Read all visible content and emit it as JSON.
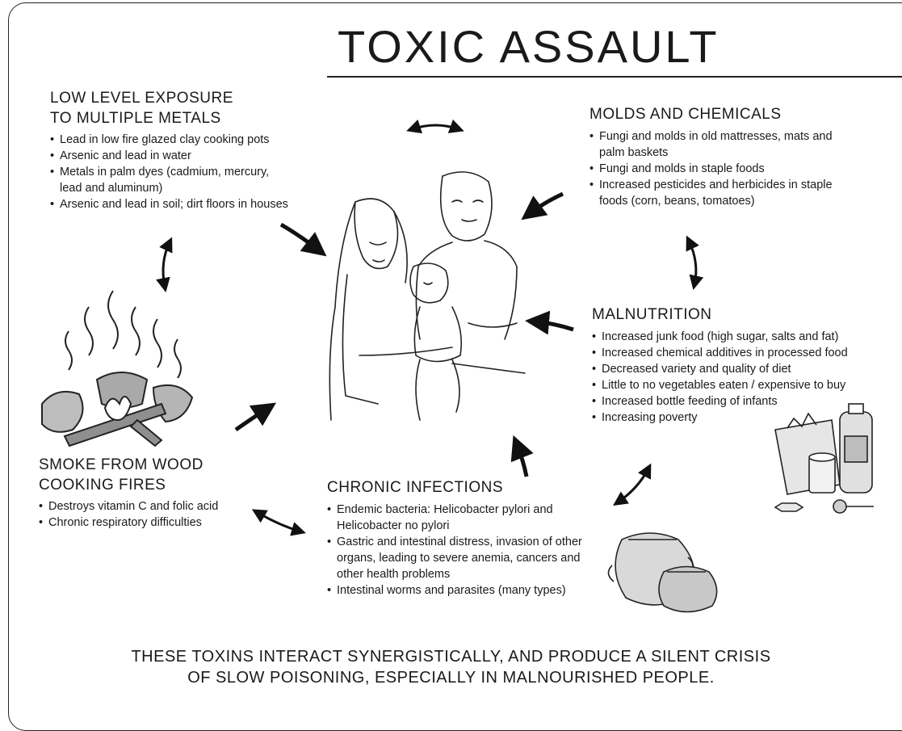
{
  "title": "TOXIC ASSAULT",
  "sections": {
    "metals": {
      "heading_line1": "LOW LEVEL EXPOSURE",
      "heading_line2": "TO MULTIPLE METALS",
      "items": [
        "Lead in low fire glazed clay cooking pots",
        "Arsenic and lead in water",
        "Metals in palm dyes (cadmium, mercury, lead and aluminum)",
        "Arsenic and lead in soil; dirt floors in houses"
      ]
    },
    "molds": {
      "heading": "MOLDS AND CHEMICALS",
      "items": [
        "Fungi and molds in old mattresses, mats and palm baskets",
        "Fungi and molds in staple foods",
        "Increased pesticides and herbicides in staple foods (corn, beans, tomatoes)"
      ]
    },
    "malnutrition": {
      "heading": "MALNUTRITION",
      "items": [
        "Increased junk food (high sugar, salts and fat)",
        "Increased chemical additives in processed food",
        "Decreased variety and quality of diet",
        "Little to no vegetables eaten / expensive to buy",
        "Increased bottle feeding of infants",
        "Increasing poverty"
      ]
    },
    "smoke": {
      "heading_line1": "SMOKE FROM WOOD",
      "heading_line2": "COOKING FIRES",
      "items": [
        "Destroys vitamin C and folic acid",
        "Chronic respiratory difficulties"
      ]
    },
    "infections": {
      "heading": "CHRONIC INFECTIONS",
      "items": [
        "Endemic bacteria: Helicobacter pylori and Helicobacter no pylori",
        "Gastric and intestinal distress, invasion of other organs, leading to severe anemia, cancers and other health problems",
        "Intestinal worms and parasites (many types)"
      ]
    }
  },
  "footer": {
    "line1": "THESE TOXINS INTERACT SYNERGISTICALLY, AND PRODUCE A SILENT CRISIS",
    "line2": "OF SLOW POISONING, ESPECIALLY IN MALNOURISHED PEOPLE."
  }
}
